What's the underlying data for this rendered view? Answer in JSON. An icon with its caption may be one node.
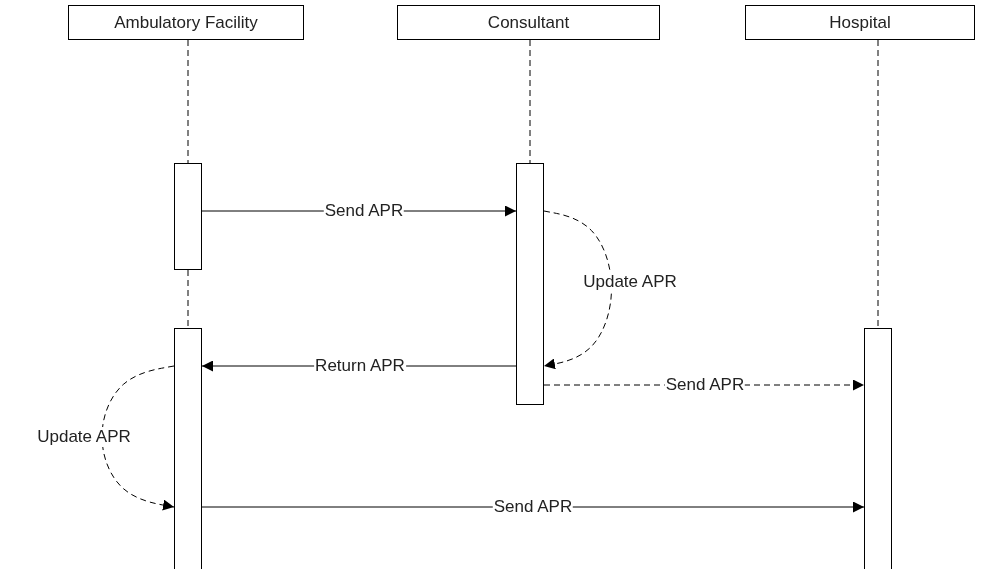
{
  "diagram": {
    "nodes": [
      {
        "text": [
          "Ambulatory Facility"
        ]
      },
      {
        "text": [
          "Consultant"
        ]
      },
      {
        "text": [
          "Hospital"
        ]
      },
      {
        "text": [],
        "shape": "bar"
      },
      {
        "text": [],
        "shape": "bar"
      },
      {
        "text": [],
        "shape": "bar"
      },
      {
        "text": [],
        "shape": "bar"
      }
    ],
    "edges": [
      {
        "from": 0,
        "to": 3,
        "arrow": "none",
        "style": "dashed"
      },
      {
        "from": 3,
        "to": 5,
        "arrow": "none",
        "style": "dashed"
      },
      {
        "from": 1,
        "to": 4,
        "arrow": "none",
        "style": "dashed"
      },
      {
        "from": 2,
        "to": 6,
        "arrow": "none",
        "style": "dashed"
      },
      {
        "from": 3,
        "to": 4,
        "arrow": "to",
        "label": "Send APR"
      },
      {
        "from": 4,
        "to": 4,
        "arrow": "to",
        "label": "Update APR",
        "style": "dashed"
      },
      {
        "from": 4,
        "to": 5,
        "arrow": "to",
        "label": "Return APR"
      },
      {
        "from": 4,
        "to": 6,
        "arrow": "to",
        "label": "Send APR",
        "style": "dashed"
      },
      {
        "from": 5,
        "to": 5,
        "arrow": "to",
        "label": "Update APR",
        "style": "dashed"
      },
      {
        "from": 5,
        "to": 6,
        "arrow": "to",
        "label": "Send APR"
      }
    ]
  }
}
